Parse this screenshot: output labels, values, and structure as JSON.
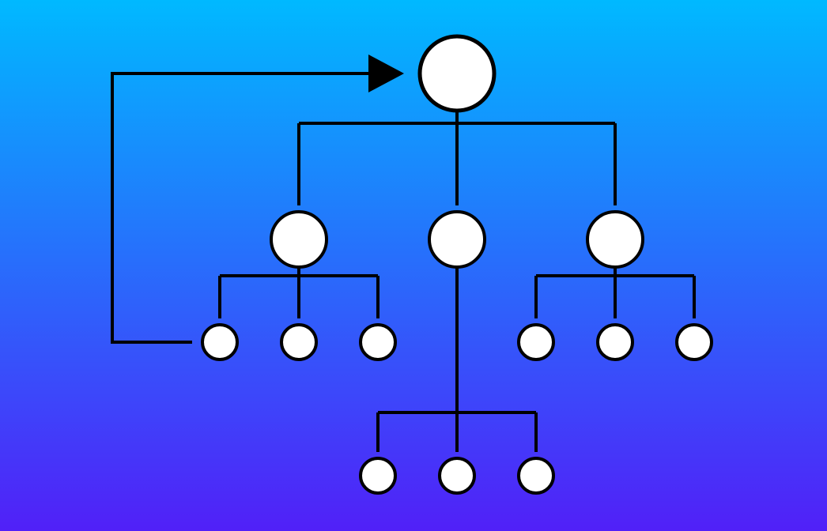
{
  "colors": {
    "background_top": "#00b9ff",
    "background_bottom": "#5120f8",
    "node_fill": "#ffffff",
    "stroke": "#000000"
  },
  "diagram": {
    "type": "tree",
    "root": "root",
    "nodes": [
      {
        "id": "root",
        "level": 0,
        "parent": null
      },
      {
        "id": "left",
        "level": 1,
        "parent": "root"
      },
      {
        "id": "middle",
        "level": 1,
        "parent": "root"
      },
      {
        "id": "right",
        "level": 1,
        "parent": "root"
      },
      {
        "id": "left-1",
        "level": 2,
        "parent": "left"
      },
      {
        "id": "left-2",
        "level": 2,
        "parent": "left"
      },
      {
        "id": "left-3",
        "level": 2,
        "parent": "left"
      },
      {
        "id": "right-1",
        "level": 2,
        "parent": "right"
      },
      {
        "id": "right-2",
        "level": 2,
        "parent": "right"
      },
      {
        "id": "right-3",
        "level": 2,
        "parent": "right"
      },
      {
        "id": "middle-1",
        "level": 3,
        "parent": "middle"
      },
      {
        "id": "middle-2",
        "level": 3,
        "parent": "middle"
      },
      {
        "id": "middle-3",
        "level": 3,
        "parent": "middle"
      }
    ],
    "feedback_edge": {
      "from": "left-1",
      "to": "root",
      "arrowhead": "filled-triangle"
    }
  }
}
